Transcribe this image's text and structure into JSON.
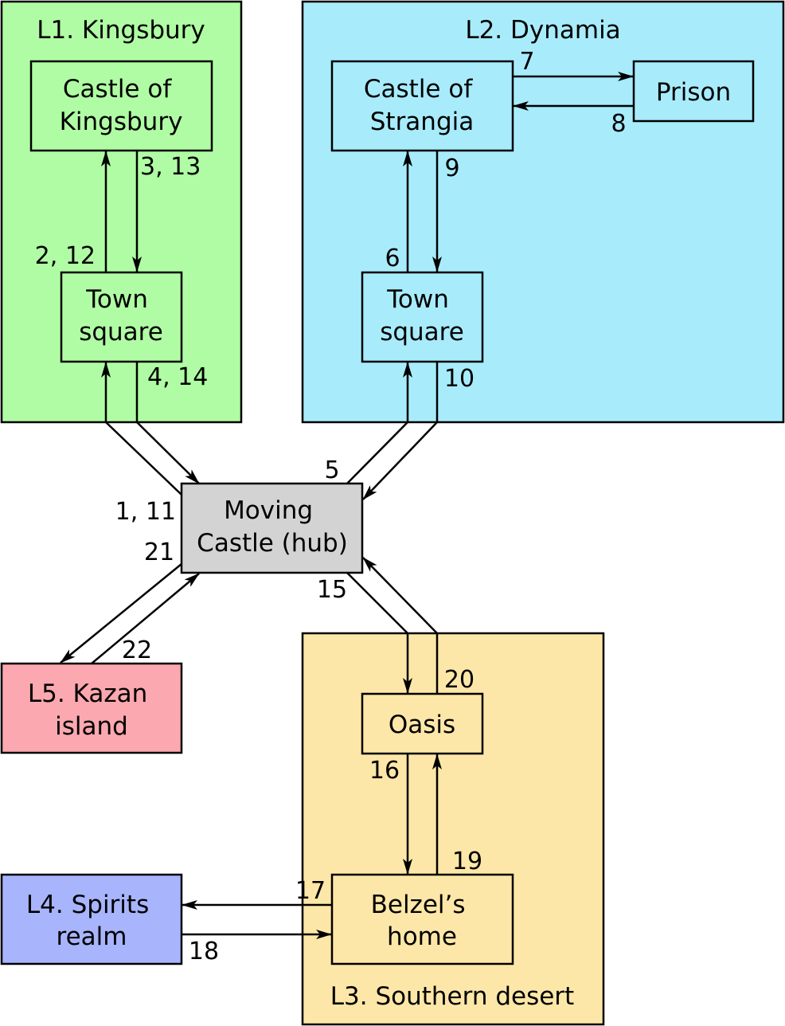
{
  "colors": {
    "kingsbury": "#b0fca4",
    "dynamia": "#a8ecfc",
    "desert": "#fce7a8",
    "spirits": "#a8b4fc",
    "kazan": "#fca8b0",
    "hub": "#d3d3d3",
    "stroke": "#000000"
  },
  "regions": {
    "kingsbury": "L1. Kingsbury",
    "dynamia": "L2. Dynamia",
    "desert": "L3. Southern desert",
    "spirits": [
      "L4. Spirits",
      "realm"
    ],
    "kazan": [
      "L5. Kazan",
      "island"
    ]
  },
  "nodes": {
    "castle_kingsbury": [
      "Castle of",
      "Kingsbury"
    ],
    "town_square_1": [
      "Town",
      "square"
    ],
    "castle_strangia": [
      "Castle of",
      "Strangia"
    ],
    "prison": "Prison",
    "town_square_2": [
      "Town",
      "square"
    ],
    "hub": [
      "Moving",
      "Castle (hub)"
    ],
    "oasis": "Oasis",
    "belzel": [
      "Belzel’s",
      "home"
    ]
  },
  "edge_labels": {
    "e1_11": "1, 11",
    "e2_12": "2, 12",
    "e3_13": "3, 13",
    "e4_14": "4, 14",
    "e5": "5",
    "e6": "6",
    "e7": "7",
    "e8": "8",
    "e9": "9",
    "e10": "10",
    "e15": "15",
    "e16": "16",
    "e17": "17",
    "e18": "18",
    "e19": "19",
    "e20": "20",
    "e21": "21",
    "e22": "22"
  }
}
